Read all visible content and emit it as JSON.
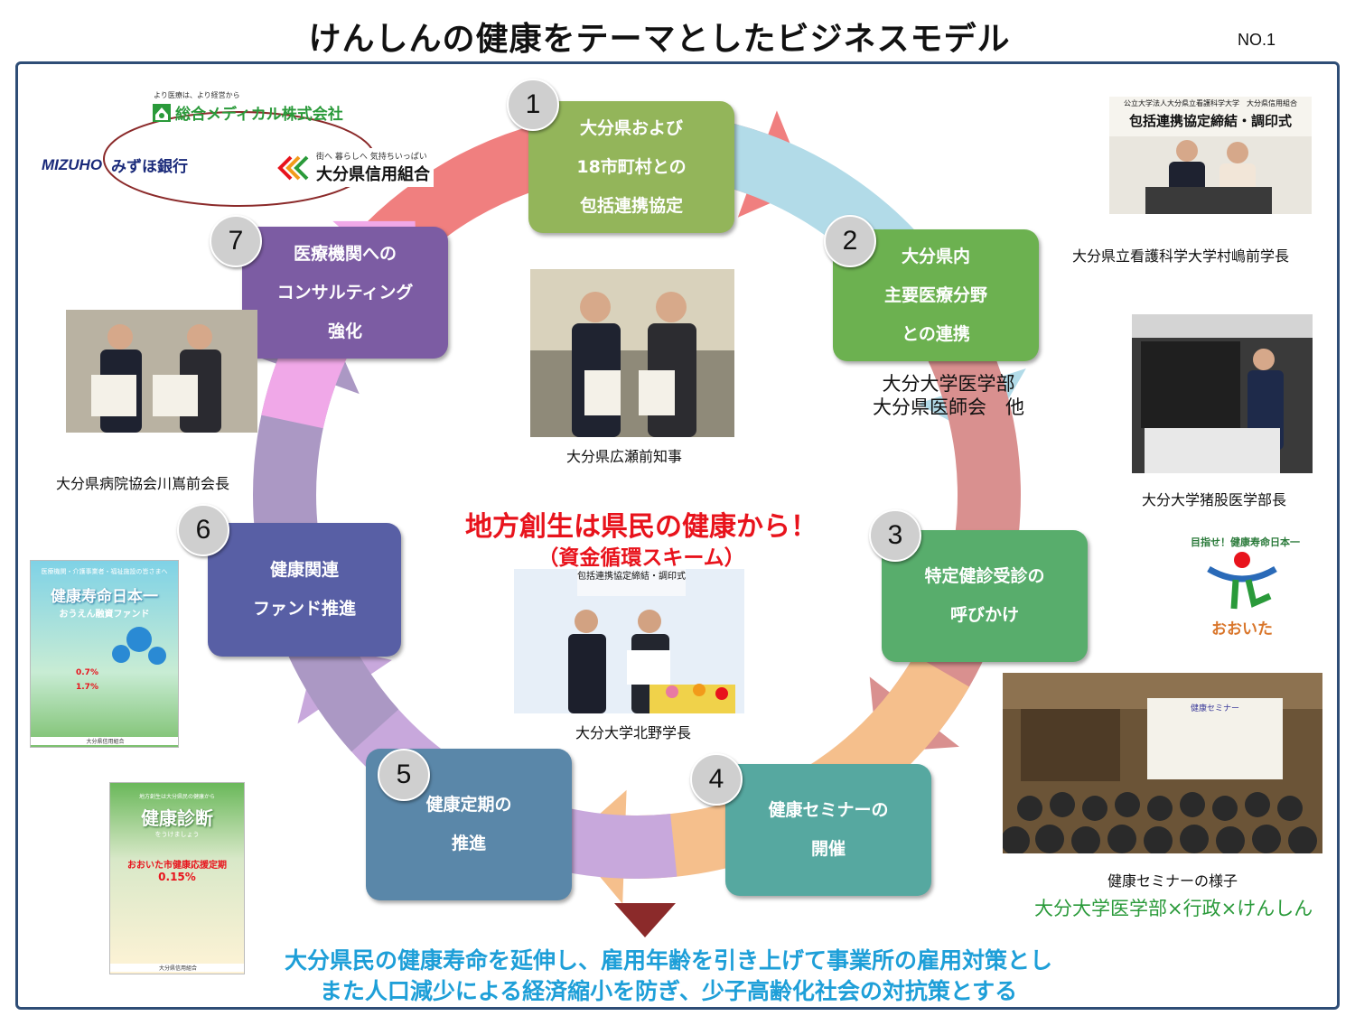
{
  "title": "けんしんの健康をテーマとしたビジネスモデル",
  "page_no": "NO.1",
  "center": {
    "slogan": "地方創生は県民の健康から！",
    "subslogan": "（資金循環スキーム）"
  },
  "partners": {
    "sogo_tagline": "より医療は、より経営から",
    "sogo": "総合メディカル株式会社",
    "mizuho_mark": "MIZUHO",
    "mizuho": "みずほ銀行",
    "shinyo_tagline": "街へ 暮らしへ 気持ちいっぱい",
    "shinyo": "大分県信用組合"
  },
  "steps": [
    {
      "num": "1",
      "lines": [
        "大分県および",
        "18市町村との",
        "包括連携協定"
      ],
      "color": "#93b55a"
    },
    {
      "num": "2",
      "lines": [
        "大分県内",
        "主要医療分野",
        "との連携"
      ],
      "color": "#6cb150"
    },
    {
      "num": "3",
      "lines": [
        "特定健診受診の",
        "呼びかけ"
      ],
      "color": "#58ad6c"
    },
    {
      "num": "4",
      "lines": [
        "健康セミナーの",
        "開催"
      ],
      "color": "#56a8a0"
    },
    {
      "num": "5",
      "lines": [
        "健康定期の",
        "推進"
      ],
      "color": "#5a87a9"
    },
    {
      "num": "6",
      "lines": [
        "健康関連",
        "ファンド推進"
      ],
      "color": "#585fa5"
    },
    {
      "num": "7",
      "lines": [
        "医療機関への",
        "コンサルティング",
        "強化"
      ],
      "color": "#7c5ca3"
    }
  ],
  "step2_note": [
    "大分大学医学部",
    "大分県医師会　他"
  ],
  "captions": {
    "governor": "大分県広瀬前知事",
    "oita_univ": "大分大学北野学長",
    "hospital": "大分県病院協会川嶌前会長",
    "nursing": "大分県立看護科学大学村嶋前学長",
    "medical_dean": "大分大学猪股医学部長",
    "seminar": "健康セミナーの様子",
    "seminar_partners": "大分大学医学部×行政×けんしん"
  },
  "banners": {
    "signing1": "公立大学法人大分県立看護科学大学　大分県信用組合",
    "signing1b": "包括連携協定締結・調印式",
    "signing2": "包括連携協定締結・調印式",
    "seminar_screen": "健康セミナー",
    "mascot_top": "目指せ！健康寿命日本一",
    "mascot_bottom": "おおいた"
  },
  "flyer1": {
    "top": "医療機関・介護事業者・福祉施設の皆さまへ",
    "headline": "健康寿命日本一",
    "sub": "おうえん融資ファンド",
    "rate1": "0.7%",
    "rate2": "1.7%",
    "footer": "大分県信用組合"
  },
  "flyer2": {
    "top": "地方創生は大分県民の健康から",
    "headline": "健康診断",
    "sub": "をうけましょう",
    "product": "おおいた市健康応援定期",
    "rate": "0.15%",
    "footer": "大分県信用組合"
  },
  "footer": [
    "大分県民の健康寿命を延伸し、雇用年齢を引き上げて事業所の雇用対策とし",
    "また人口減少による経済縮小を防ぎ、少子高齢化社会の対抗策とする"
  ],
  "colors": {
    "frame": "#2e4d76",
    "slogan": "#e8131c",
    "footer_text": "#1e9fd8",
    "seminar_partners": "#2a9a3a",
    "arrow": "#8b2a2a",
    "ring": [
      "#f07f7f",
      "#b2dbe8",
      "#d9908f",
      "#f5bf8c",
      "#c8a8dc",
      "#ab98c4",
      "#f0a8e8"
    ]
  },
  "icons": {
    "sogo_logo": "house-logo-icon",
    "shinyo_logo": "chevron-logo-icon",
    "down_arrow": "triangle-down-icon",
    "mascot": "person-mascot-icon"
  }
}
